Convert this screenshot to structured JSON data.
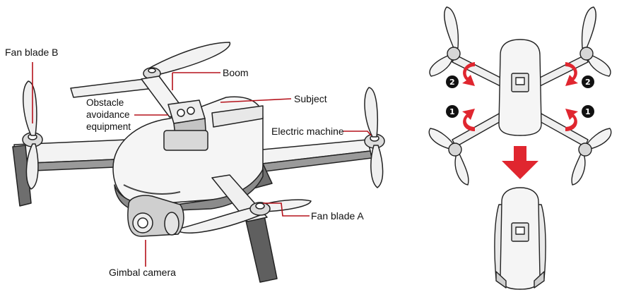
{
  "labels": {
    "fan_blade_b": "Fan blade B",
    "boom": "Boom",
    "subject": "Subject",
    "obstacle_line1": "Obstacle",
    "obstacle_line2": "avoidance",
    "obstacle_line3": "equipment",
    "electric_machine": "Electric machine",
    "fan_blade_a": "Fan blade A",
    "gimbal_camera": "Gimbal camera"
  },
  "fold_steps": {
    "step_1": "1",
    "step_2": "2"
  },
  "colors": {
    "leader_line": "#b5121b",
    "arrow_red": "#e0262f",
    "drone_body": "#f2f2f2",
    "drone_dark": "#7a7a7a",
    "outline": "#222222"
  }
}
